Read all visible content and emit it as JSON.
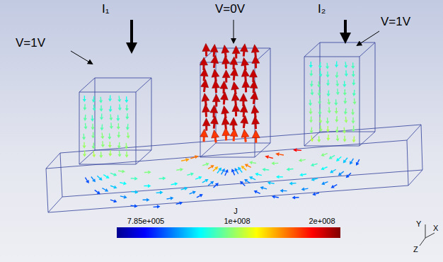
{
  "diagram": {
    "labels": [
      "V=1V",
      "I₁",
      "V=0V",
      "I₂",
      "V=1V",
      "J",
      "7.85e+005",
      "1e+008",
      "2e+008",
      "Y",
      "X",
      "Z"
    ]
  }
}
